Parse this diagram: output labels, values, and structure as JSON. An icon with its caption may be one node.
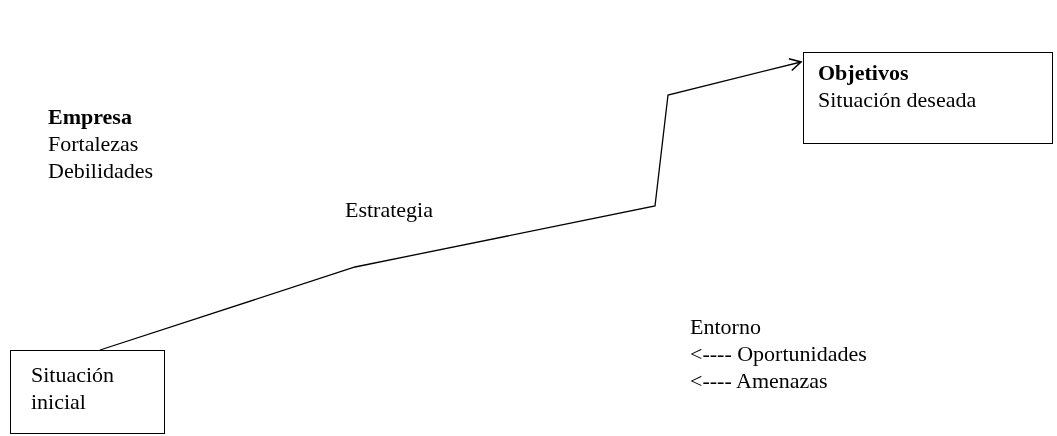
{
  "diagram": {
    "nodes": [
      {
        "text": [
          "Objetivos",
          "Situación deseada"
        ]
      },
      {
        "text": [
          "Situación inicial"
        ]
      }
    ],
    "edges": [
      {
        "from": 1,
        "to": 0,
        "arrow": "to",
        "label": "Estrategia"
      }
    ],
    "labels": [
      "Empresa",
      "Fortalezas",
      "Debilidades",
      "Entorno",
      "<---- Oportunidades",
      "<---- Amenazas"
    ]
  }
}
